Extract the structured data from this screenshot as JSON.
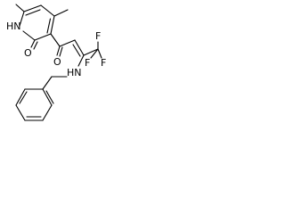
{
  "molecule": {
    "atoms": {
      "pyridone_nh": "HN",
      "pyridone_o": "O",
      "ketone_o": "O",
      "fluorine_1": "F",
      "fluorine_2": "F",
      "fluorine_3": "F",
      "amine_nh": "HN"
    }
  }
}
